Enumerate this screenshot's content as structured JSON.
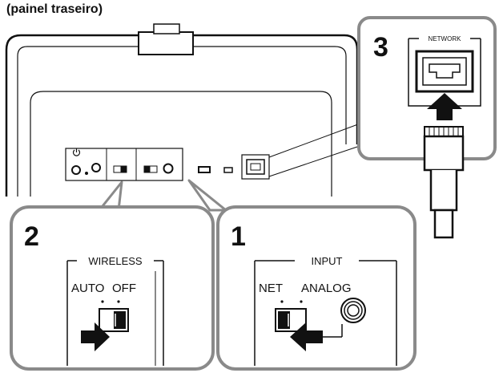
{
  "caption": "(painel traseiro)",
  "callouts": [
    {
      "number": "3",
      "section_label": "NETWORK"
    },
    {
      "number": "2",
      "section_label": "WIRELESS",
      "options": [
        "AUTO",
        "OFF"
      ]
    },
    {
      "number": "1",
      "section_label": "INPUT",
      "options": [
        "NET",
        "ANALOG"
      ]
    }
  ],
  "colors": {
    "line": "#111111",
    "callout_border": "#8a8a8a",
    "switch_fill": "#111111"
  },
  "icons": [
    "power-icon",
    "ethernet-port-icon",
    "ethernet-cable-icon",
    "up-arrow-icon",
    "right-arrow-icon",
    "left-arrow-icon",
    "jack-icon",
    "usb-port-icon"
  ]
}
